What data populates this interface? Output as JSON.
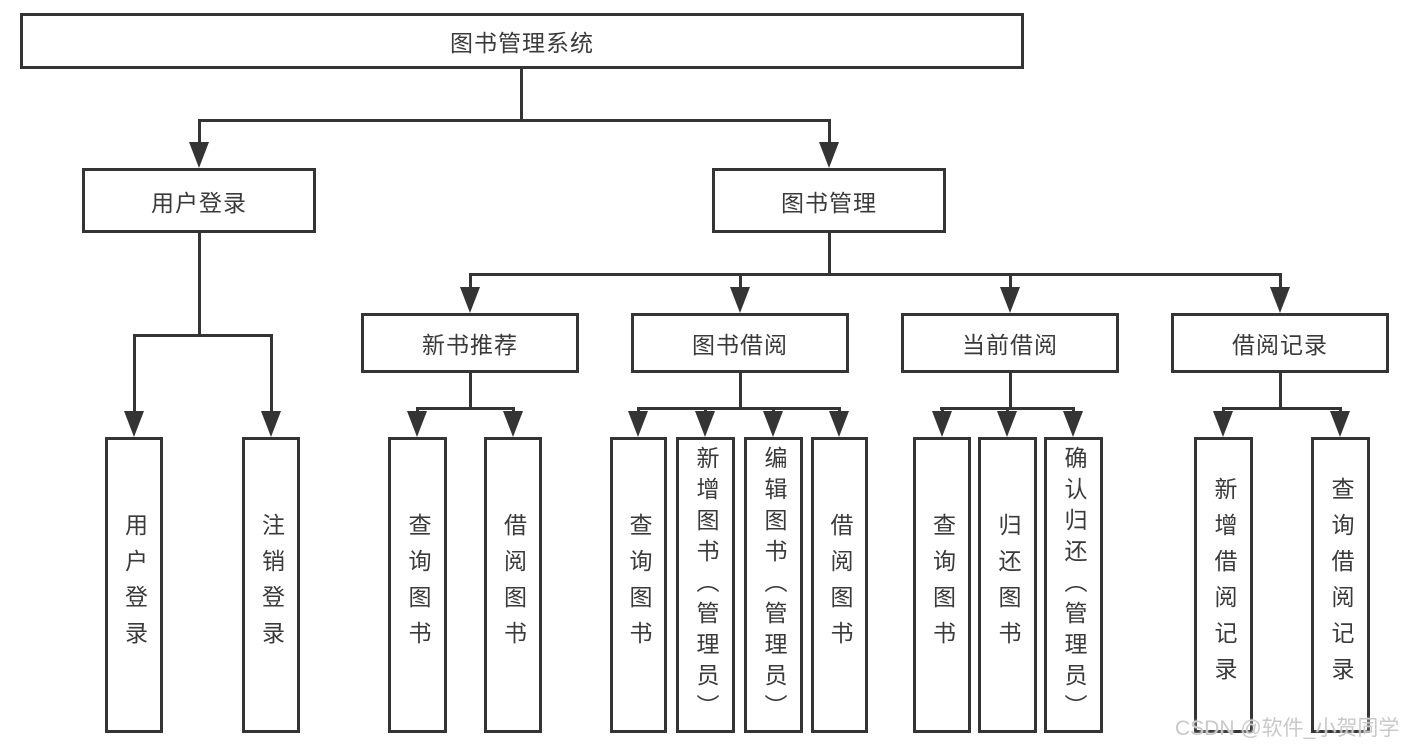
{
  "nodes": {
    "root": "图书管理系统",
    "user_login": "用户登录",
    "book_mgmt": "图书管理",
    "new_book_rec": "新书推荐",
    "book_borrow": "图书借阅",
    "current_borrow": "当前借阅",
    "borrow_record": "借阅记录",
    "leaf_user_login": "用户登录",
    "leaf_logout": "注销登录",
    "leaf_rec_query_book": "查询图书",
    "leaf_rec_borrow_book": "借阅图书",
    "leaf_bb_query_book": "查询图书",
    "leaf_bb_add_book": "新增图书（管理员）",
    "leaf_bb_edit_book": "编辑图书（管理员）",
    "leaf_bb_borrow_book": "借阅图书",
    "leaf_cb_query_book": "查询图书",
    "leaf_cb_return_book": "归还图书",
    "leaf_cb_confirm_return": "确认归还（管理员）",
    "leaf_br_add_record": "新增借阅记录",
    "leaf_br_query_record": "查询借阅记录"
  },
  "watermark": "CSDN @软件_小贺同学",
  "colors": {
    "line": "#343434",
    "text": "#3a3a3a",
    "box_fill": "#ffffff",
    "watermark": "#c9c9c9",
    "background": "#ffffff"
  }
}
